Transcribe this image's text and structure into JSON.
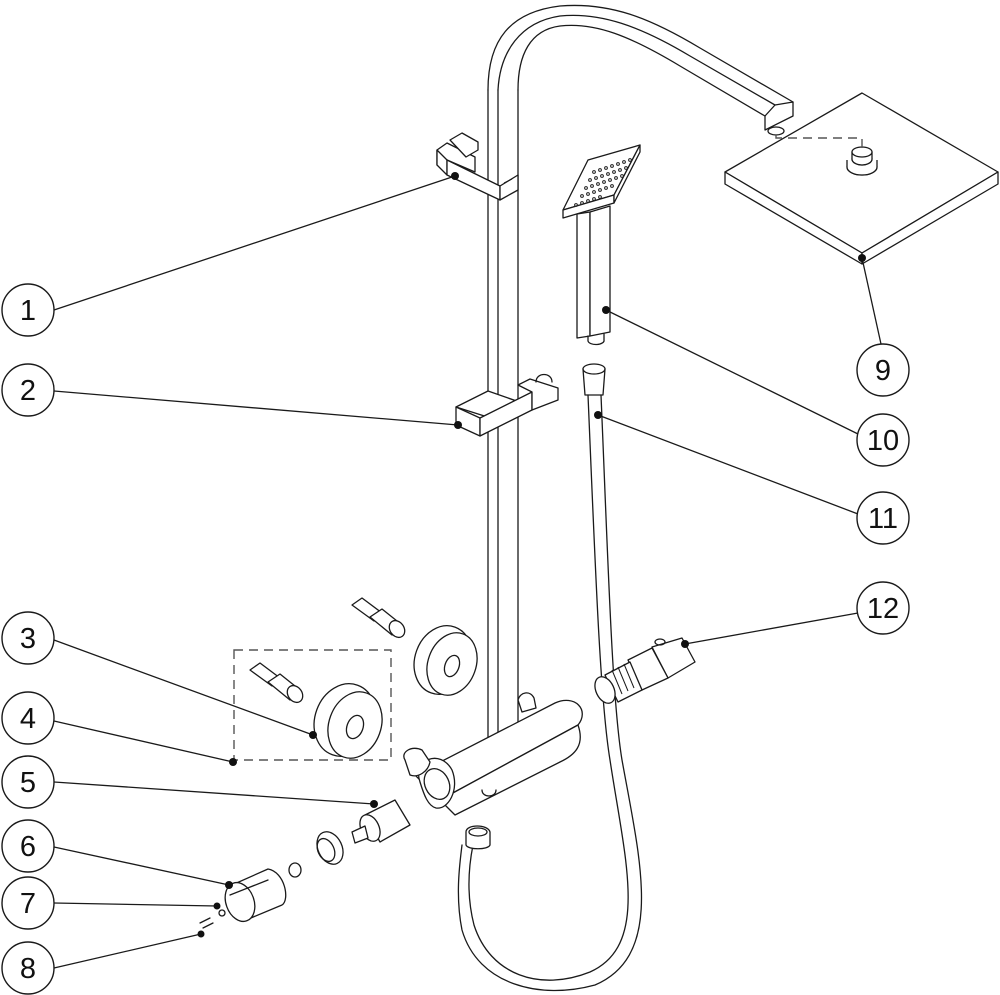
{
  "diagram": {
    "type": "exploded-parts-view",
    "subject": "thermostatic shower column",
    "colors": {
      "line": "#1a1a1a",
      "background": "#ffffff",
      "dashed_box": "#555555"
    },
    "callouts": [
      {
        "id": "1",
        "label": "1",
        "part": "top-rail-bracket"
      },
      {
        "id": "2",
        "label": "2",
        "part": "sliding-handshower-holder"
      },
      {
        "id": "3",
        "label": "3",
        "part": "wall-flange-cover"
      },
      {
        "id": "4",
        "label": "4",
        "part": "eccentric-connector-kit"
      },
      {
        "id": "5",
        "label": "5",
        "part": "diverter-cartridge"
      },
      {
        "id": "6",
        "label": "6",
        "part": "control-handle"
      },
      {
        "id": "7",
        "label": "7",
        "part": "set-screw"
      },
      {
        "id": "8",
        "label": "8",
        "part": "handle-screw"
      },
      {
        "id": "9",
        "label": "9",
        "part": "overhead-shower-head"
      },
      {
        "id": "10",
        "label": "10",
        "part": "hand-shower"
      },
      {
        "id": "11",
        "label": "11",
        "part": "shower-hose"
      },
      {
        "id": "12",
        "label": "12",
        "part": "thermostatic-cartridge"
      }
    ]
  }
}
